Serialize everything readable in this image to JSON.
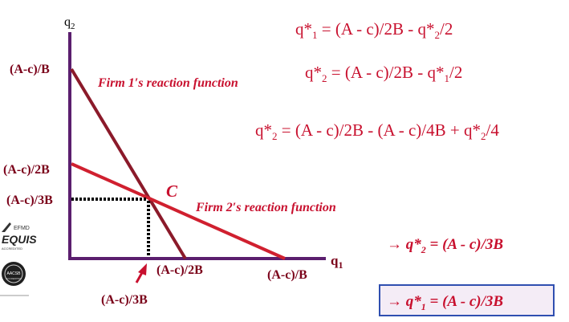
{
  "axes": {
    "y_label_main": "q",
    "y_label_sub": "2",
    "x_label_main": "q",
    "x_label_sub": "1"
  },
  "y_ticks": {
    "t1": "(A-c)/B",
    "t2": "(A-c)/2B",
    "t3": "(A-c)/3B"
  },
  "x_ticks": {
    "t1": "(A-c)/2B",
    "t2": "(A-c)/B",
    "t3": "(A-c)/3B"
  },
  "lines": {
    "firm1_label": "Firm 1′s reaction function",
    "firm2_label": "Firm 2′s reaction function",
    "intersection_label": "C"
  },
  "equations": {
    "eq1": {
      "a": "q*",
      "b": "1",
      "c": " = (A - c)/2B - q*",
      "d": "2",
      "e": "/2"
    },
    "eq2": {
      "a": "q*",
      "b": "2",
      "c": " = (A - c)/2B - q*",
      "d": "1",
      "e": "/2"
    },
    "eq3": {
      "a": "q*",
      "b": "2",
      "c": " = (A - c)/2B - (A - c)/4B + q*",
      "d": "2",
      "e": "/4"
    }
  },
  "results": {
    "r1": {
      "a": "→ q*",
      "b": "2",
      "c": " = (A - c)/3B"
    },
    "r2": {
      "a": "→ q*",
      "b": "1",
      "c": " = (A - c)/3B"
    }
  },
  "logos": {
    "efmd_top": "EFMD",
    "efmd_main": "EQUIS",
    "efmd_sub": "ACCREDITED",
    "aacsb_main": "AACSB",
    "aacsb_sub": "ACCREDITED"
  },
  "colors": {
    "axis": "#5b1e6e",
    "firm1_line": "#8b1a2a",
    "firm2_line": "#d0202f",
    "text_dark_red": "#7a0019",
    "text_red": "#c8102e",
    "box_blue": "#2f4fb0",
    "box_fill": "#f4ecf6"
  }
}
